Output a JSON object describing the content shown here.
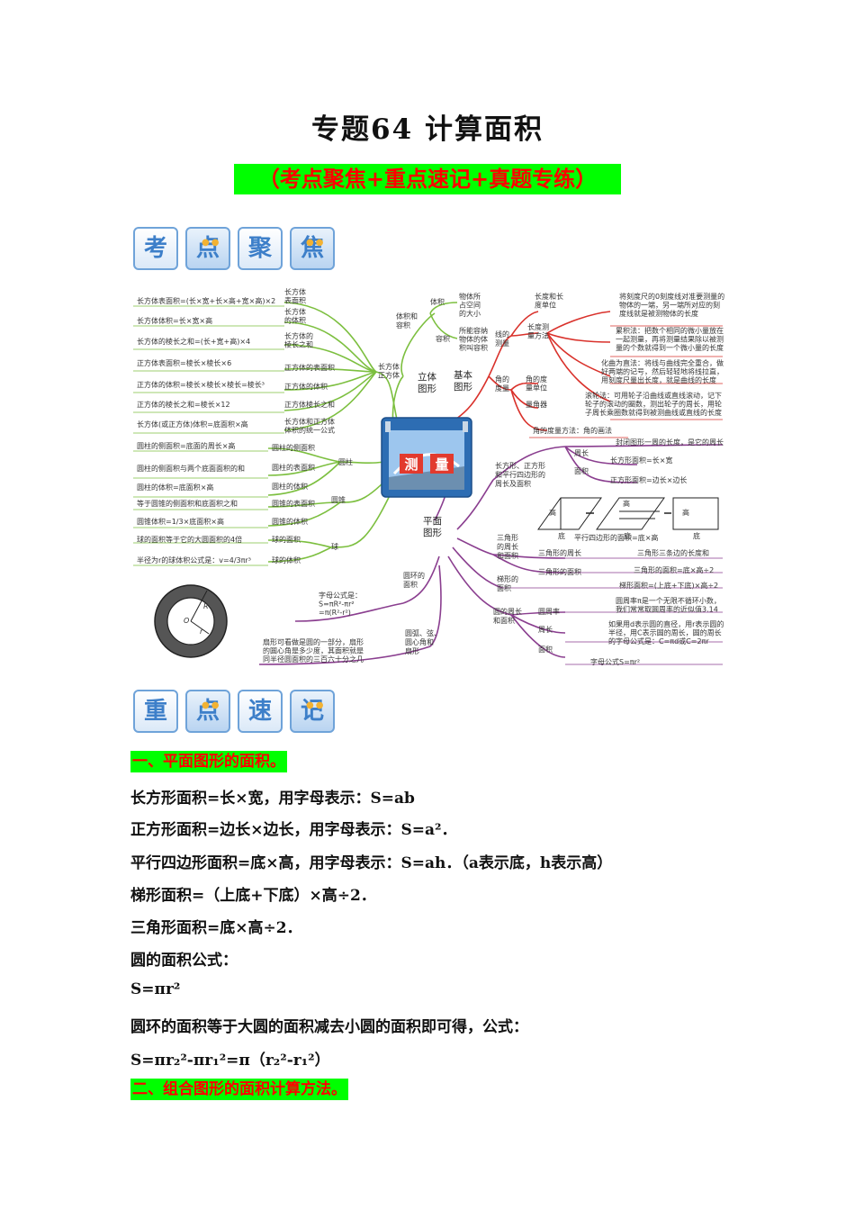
{
  "page": {
    "title": "专题64  计算面积",
    "subtitle": "（考点聚焦+重点速记+真题专练）"
  },
  "tiles1": [
    "考",
    "点",
    "聚",
    "焦"
  ],
  "tiles2": [
    "重",
    "点",
    "速",
    "记"
  ],
  "mindmap": {
    "center": [
      "测",
      "量"
    ],
    "branch_solid": "立体\n图形",
    "branch_basic": "基本\n图形",
    "branch_plane": "平面\n图形",
    "solid_sub": {
      "volume": "体积和\n容积",
      "volume_tiji": "体积",
      "volume_tiji_desc": "物体所\n占空间\n的大小",
      "volume_rongji": "容积",
      "volume_rongji_desc": "所能容纳\n物体的体\n积叫容积",
      "cuboid": "长方体\n正方体",
      "cylinder": "圆柱",
      "cone": "圆锥",
      "sphere": "球"
    },
    "solid_items": [
      {
        "formula": "长方体表面积=(长×宽+长×高+宽×高)×2",
        "label": "长方体\n表面积"
      },
      {
        "formula": "长方体体积=长×宽×高",
        "label": "长方体\n的体积"
      },
      {
        "formula": "长方体的棱长之和=(长+宽+高)×4",
        "label": "长方体的\n棱长之和"
      },
      {
        "formula": "正方体表面积=棱长×棱长×6",
        "label": "正方体的表面积"
      },
      {
        "formula": "正方体的体积=棱长×棱长×棱长=棱长³",
        "label": "正方体的体积"
      },
      {
        "formula": "正方体的棱长之和=棱长×12",
        "label": "正方体棱长之和"
      },
      {
        "formula": "长方体(或正方体)体积=底面积×高",
        "label": "长方体和正方体\n体积的统一公式"
      },
      {
        "formula": "圆柱的侧面积=底面的周长×高",
        "label": "圆柱的侧面积"
      },
      {
        "formula": "圆柱的侧面积与两个底面面积的和",
        "label": "圆柱的表面积"
      },
      {
        "formula": "圆柱的体积=底面积×高",
        "label": "圆柱的体积"
      },
      {
        "formula": "等于圆锥的侧面积和底面积之和",
        "label": "圆锥的表面积"
      },
      {
        "formula": "圆锥体积=1/3×底面积×高",
        "label": "圆锥的体积"
      },
      {
        "formula": "球的面积等于它的大圆面积的4倍",
        "label": "球的面积"
      },
      {
        "formula": "半径为r的球体积公式是：v=4/3πr³",
        "label": "球的体积"
      }
    ],
    "measure": {
      "line": "线的\n测量",
      "angle": "角的\n度量",
      "length_unit": "长度和长\n度单位",
      "length_method": "长度测\n量方法",
      "angle_unit": "角的度\n量单位",
      "protractor": "量角器",
      "angle_method": "角的度量方法：角的画法",
      "desc1": "将刻度尺的0刻度线对准要测量的\n物体的一端，另一端所对应的刻\n度线就是被测物体的长度",
      "desc2": "累积法：把数个相同的微小量放在\n一起测量，再将测量结果除以被测\n量的个数就得到一个微小量的长度",
      "desc3": "化曲为直法：将线与曲线完全重合，做\n好两端的记号，然后轻轻地将线拉直，\n用刻度尺量出长度，就是曲线的长度",
      "desc4": "滚轮法：可用轮子沿曲线或直线滚动，记下\n轮子的滚动的圈数，测出轮子的周长，用轮\n子周长乘圈数就得到被测曲线或直线的长度"
    },
    "plane": {
      "quad": "长方形、正方形\n和平行四边形的\n周长及面积",
      "perimeter": "周长",
      "perimeter_desc": "封闭图形一周的长度，是它的周长",
      "area": "面积",
      "rect_area": "长方形面积=长×宽",
      "square_area": "正方形面积=边长×边长",
      "para_area": "平行四边形的面积=底×高",
      "tri": "三角形\n的周长\n和面积",
      "tri_perim": "三角形的周长",
      "tri_perim_desc": "三角形三条边的长度和",
      "tri_area": "三角形的面积",
      "tri_area_desc": "三角形的面积=底×高÷2",
      "trap": "梯形的\n面积",
      "trap_desc": "梯形面积=(上底+下底)×高÷2",
      "circle": "圆的周长\n和面积",
      "pi": "圆周率",
      "pi_desc": "圆周率π是一个无限不循环小数，\n我们常常取圆周率的近似值3.14",
      "circ": "周长",
      "circ_desc": "如果用d表示圆的直径，用r表示圆的\n半径，用C表示圆的周长，圆的周长\n的字母公式是：C=πd或C=2πr",
      "carea": "面积",
      "carea_desc": "字母公式S=πr²",
      "ring": "圆环的\n面积",
      "ring_desc": "字母公式是：\nS=πR²-πr²\n=π(R²-r²)",
      "sector": "圆弧、弦、\n圆心角和\n扇形",
      "sector_desc": "扇形可看做是圆的一部分，扇形\n的圆心角是多少度，其面积就是\n同半径圆面积的三百六十分之几",
      "para_labels": [
        "高",
        "底",
        "高",
        "底",
        "高",
        "底"
      ],
      "ring_labels": [
        "R",
        "O",
        "r"
      ]
    }
  },
  "section1": {
    "heading": "一、平面图形的面积。",
    "lines": [
      "长方形面积=长×宽，用字母表示：S=ab",
      "正方形面积=边长×边长，用字母表示：S=a²．",
      "平行四边形面积=底×高，用字母表示：S=ah．（a表示底，h表示高）",
      "梯形面积=（上底+下底）×高÷2．",
      "三角形面积=底×高÷2．",
      "圆的面积公式：",
      "S=πr²",
      "圆环的面积等于大圆的面积减去小圆的面积即可得，公式：",
      "S=πr₂²-πr₁²=π（r₂²-r₁²）"
    ]
  },
  "section2": {
    "heading": "二、组合图形的面积计算方法。"
  },
  "colors": {
    "highlight": "#00ff00",
    "red": "#ff0000",
    "green_branch": "#7cbf3f",
    "red_branch": "#d9312b",
    "purple_branch": "#8a3e8f",
    "tile_blue": "#3d7fc9"
  }
}
